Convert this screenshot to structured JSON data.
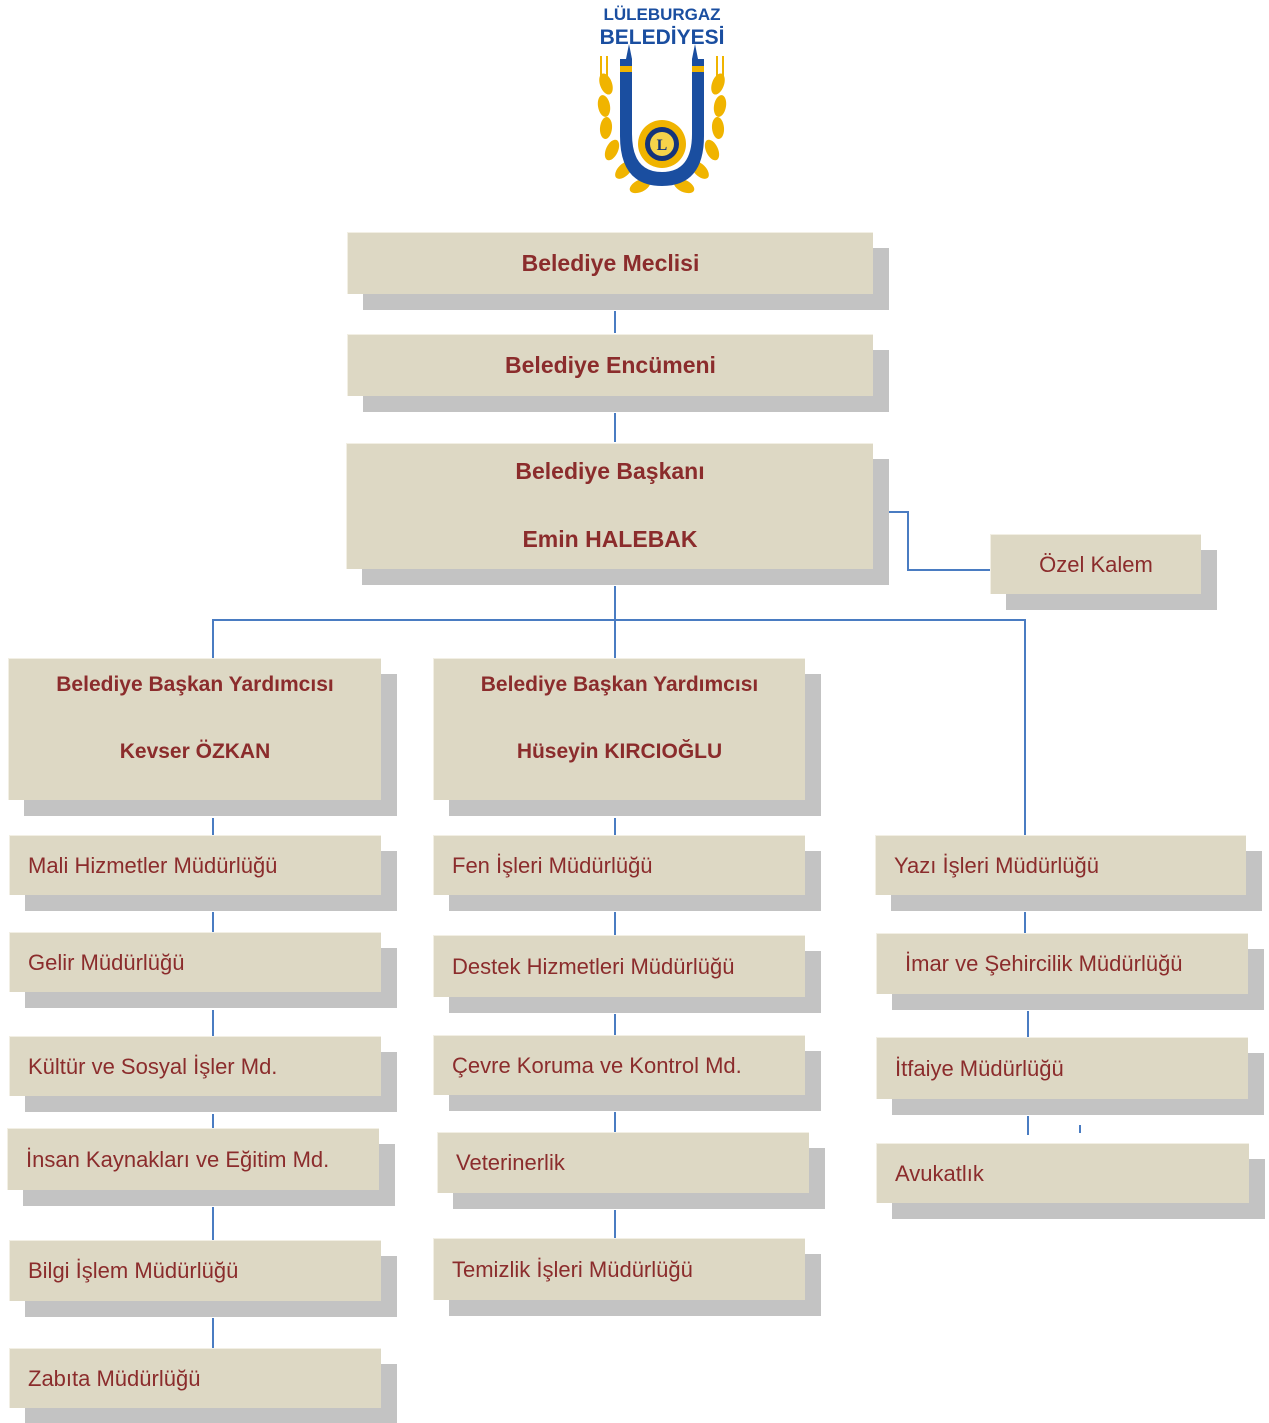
{
  "logo": {
    "line1": "LÜLEBURGAZ",
    "line2": "BELEDİYESİ",
    "monogram": "L",
    "colors": {
      "blue": "#1a4ea0",
      "gold": "#f0b400",
      "dark_blue": "#14347a"
    }
  },
  "colors": {
    "box_fill": "#ddd8c4",
    "box_shadow": "#c3c3c3",
    "text": "#8b2c2c",
    "connector": "#4a7cc2"
  },
  "org": {
    "council": "Belediye Meclisi",
    "committee": "Belediye Encümeni",
    "mayor": {
      "title": "Belediye Başkanı",
      "name": "Emin HALEBAK"
    },
    "private_office": "Özel Kalem",
    "deputy1": {
      "title": "Belediye Başkan Yardımcısı",
      "name": "Kevser ÖZKAN",
      "units": [
        "Mali Hizmetler Müdürlüğü",
        "Gelir Müdürlüğü",
        "Kültür ve Sosyal İşler Md.",
        "İnsan Kaynakları ve Eğitim Md.",
        "Bilgi İşlem Müdürlüğü",
        "Zabıta Müdürlüğü"
      ]
    },
    "deputy2": {
      "title": "Belediye Başkan Yardımcısı",
      "name": "Hüseyin KIRCIOĞLU",
      "units": [
        "Fen İşleri Müdürlüğü",
        "Destek Hizmetleri Müdürlüğü",
        "Çevre Koruma ve Kontrol Md.",
        "Veterinerlik",
        "Temizlik İşleri Müdürlüğü"
      ]
    },
    "direct_units": [
      "Yazı İşleri Müdürlüğü",
      "İmar ve Şehircilik Müdürlüğü",
      "İtfaiye Müdürlüğü",
      "Avukatlık"
    ]
  }
}
